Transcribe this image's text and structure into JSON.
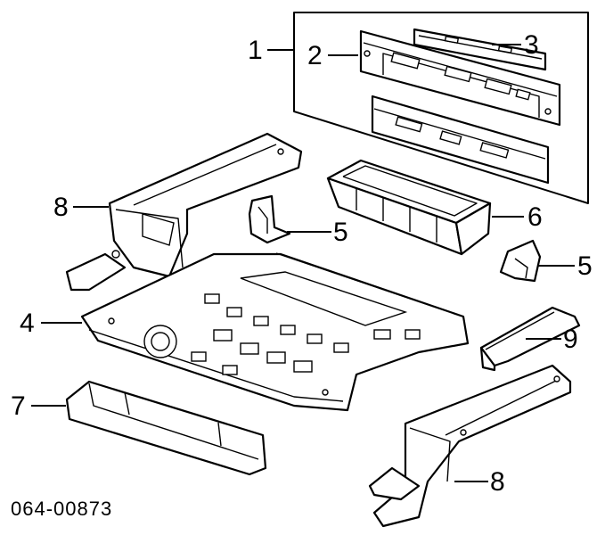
{
  "diagram": {
    "reference_code": "064-00873",
    "callouts": [
      {
        "id": "1",
        "label": "1"
      },
      {
        "id": "2",
        "label": "2"
      },
      {
        "id": "3",
        "label": "3"
      },
      {
        "id": "4",
        "label": "4"
      },
      {
        "id": "5a",
        "label": "5"
      },
      {
        "id": "5b",
        "label": "5"
      },
      {
        "id": "6",
        "label": "6"
      },
      {
        "id": "7",
        "label": "7"
      },
      {
        "id": "8a",
        "label": "8"
      },
      {
        "id": "8b",
        "label": "8"
      },
      {
        "id": "9",
        "label": "9"
      }
    ]
  }
}
